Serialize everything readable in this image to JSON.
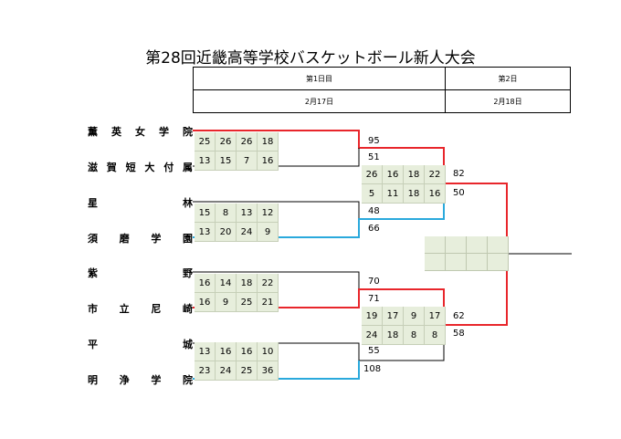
{
  "title": "第28回近畿高等学校バスケットボール新人大会",
  "schedule": {
    "days": [
      "第1日目",
      "第2日"
    ],
    "dates": [
      "2月17日",
      "2月18日"
    ]
  },
  "teams": [
    {
      "name": "薫英女学院",
      "chars": [
        "薫",
        "英",
        "女",
        "学",
        "院"
      ]
    },
    {
      "name": "滋賀短大付属",
      "chars": [
        "滋",
        "賀",
        "短",
        "大",
        "付",
        "属"
      ]
    },
    {
      "name": "星林",
      "chars": [
        "星",
        "林"
      ]
    },
    {
      "name": "須磨学園",
      "chars": [
        "須",
        "磨",
        "学",
        "園"
      ]
    },
    {
      "name": "紫野",
      "chars": [
        "紫",
        "野"
      ]
    },
    {
      "name": "市立尼崎",
      "chars": [
        "市",
        "立",
        "尼",
        "崎"
      ]
    },
    {
      "name": "平城",
      "chars": [
        "平",
        "城"
      ]
    },
    {
      "name": "明浄学院",
      "chars": [
        "明",
        "浄",
        "学",
        "院"
      ]
    }
  ],
  "round1": [
    {
      "top": [
        25,
        26,
        26,
        18
      ],
      "bottom": [
        13,
        15,
        7,
        16
      ],
      "totals": [
        "95",
        "51"
      ]
    },
    {
      "top": [
        15,
        8,
        13,
        12
      ],
      "bottom": [
        13,
        20,
        24,
        9
      ],
      "totals": [
        "48",
        "66"
      ]
    },
    {
      "top": [
        16,
        14,
        18,
        22
      ],
      "bottom": [
        16,
        9,
        25,
        21
      ],
      "totals": [
        "70",
        "71"
      ]
    },
    {
      "top": [
        13,
        16,
        16,
        10
      ],
      "bottom": [
        23,
        24,
        25,
        36
      ],
      "totals": [
        "55",
        "108"
      ]
    }
  ],
  "round2": [
    {
      "top": [
        26,
        16,
        18,
        22
      ],
      "bottom": [
        5,
        11,
        18,
        16
      ],
      "totals": [
        "82",
        "50"
      ]
    },
    {
      "top": [
        19,
        17,
        9,
        17
      ],
      "bottom": [
        24,
        18,
        8,
        8
      ],
      "totals": [
        "62",
        "58"
      ]
    }
  ],
  "colors": {
    "winner": "#e8262b",
    "loser_alt": "#2aa9dc",
    "line": "#000000",
    "cell_bg": "#e7eedc"
  }
}
